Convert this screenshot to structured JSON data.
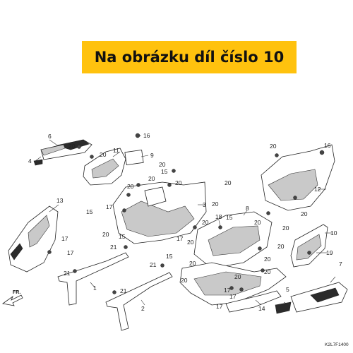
{
  "banner": {
    "text": "Na obrázku díl číslo 10",
    "background": "#ffc20e"
  },
  "diagram_code": "K2L7F1400",
  "direction_label": "FR.",
  "callouts": {
    "c1": "1",
    "c2": "2",
    "c3": "3",
    "c4": "4",
    "c5": "5",
    "c6": "6",
    "c7": "7",
    "c8": "8",
    "c9": "9",
    "c10": "10",
    "c11": "11",
    "c12": "12",
    "c13": "13",
    "c14": "14",
    "c15a": "15",
    "c15b": "15",
    "c15c": "15",
    "c15d": "15",
    "c15e": "15",
    "c16a": "16",
    "c16b": "16",
    "c17a": "17",
    "c17b": "17",
    "c17c": "17",
    "c17d": "17",
    "c17e": "17",
    "c17f": "17",
    "c17g": "17",
    "c18": "18",
    "c19": "19",
    "c20a": "20",
    "c20b": "20",
    "c20c": "20",
    "c20d": "20",
    "c20e": "20",
    "c20f": "20",
    "c20g": "20",
    "c20h": "20",
    "c20i": "20",
    "c20j": "20",
    "c20k": "20",
    "c20l": "20",
    "c20m": "20",
    "c20n": "20",
    "c20o": "20",
    "c20p": "20",
    "c20q": "20",
    "c20r": "20",
    "c20s": "20",
    "c20t": "20",
    "c20u": "20",
    "c21a": "21",
    "c21b": "21",
    "c21c": "21",
    "c21d": "21"
  }
}
